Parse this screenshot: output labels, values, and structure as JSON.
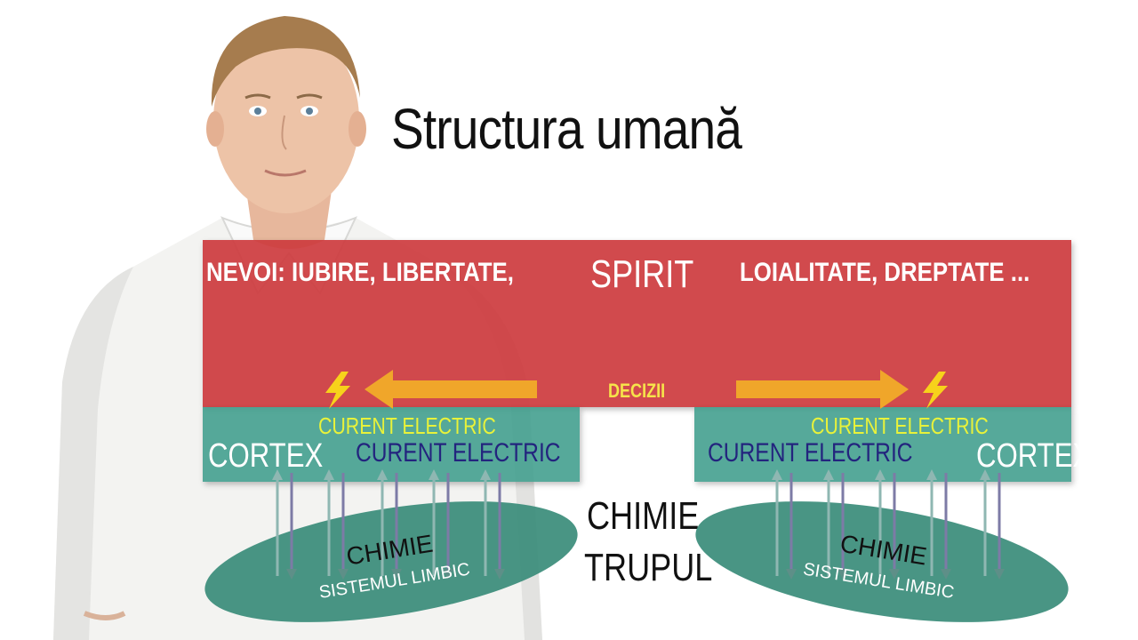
{
  "title": "Structura umană",
  "spirit": {
    "label": "SPIRIT",
    "needs_left": "NEVOI: IUBIRE, LIBERTATE,",
    "needs_right": "LOIALITATE, DREPTATE ...",
    "decisions_label": "DECIZII"
  },
  "cortex": {
    "left": {
      "label": "CORTEX",
      "current_yellow": "CURENT ELECTRIC",
      "current_blue": "CURENT ELECTRIC"
    },
    "right": {
      "label": "CORTEX",
      "current_yellow": "CURENT ELECTRIC",
      "current_blue": "CURENT ELECTRIC"
    }
  },
  "limbic": {
    "left": {
      "line1": "CHIMIE",
      "line2": "SISTEMUL LIMBIC"
    },
    "right": {
      "line1": "CHIMIE",
      "line2": "SISTEMUL LIMBIC"
    }
  },
  "center": {
    "chimie": "CHIMIE",
    "trupul": "TRUPUL"
  },
  "colors": {
    "spirit": "#cd3b3e",
    "cortex": "#3f9d8c",
    "limbic": "#3a8c7a",
    "arrow_orange": "#f0a62a",
    "lightning": "#f7d21b",
    "current_yellow": "#e8f23a",
    "current_blue": "#23247e"
  }
}
